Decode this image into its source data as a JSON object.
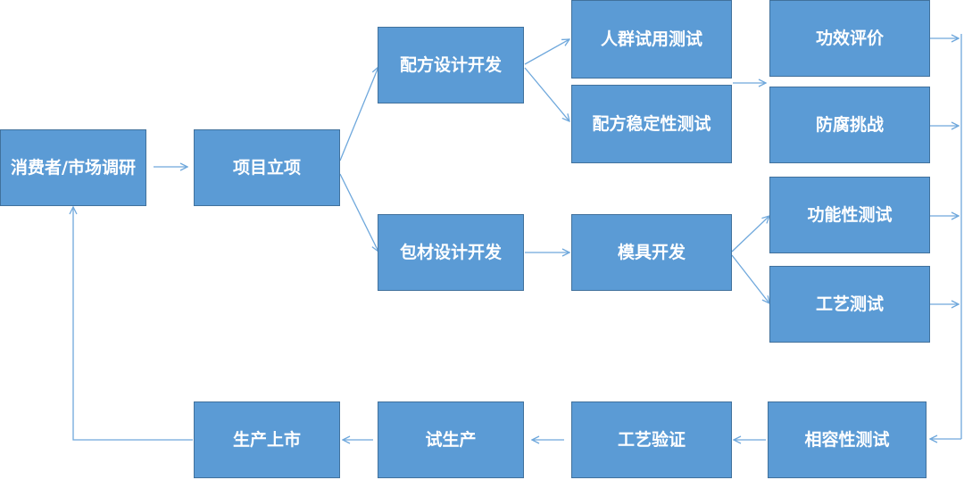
{
  "colors": {
    "box_fill": "#5b9bd5",
    "box_border": "#41719c",
    "arrow": "#6fa8dc",
    "text": "#ffffff"
  },
  "nodes": {
    "research": "消费者/市场调研",
    "project": "项目立项",
    "formula": "配方设计开发",
    "package": "包材设计开发",
    "human_test": "人群试用测试",
    "stability": "配方稳定性测试",
    "mold": "模具开发",
    "efficacy": "功效评价",
    "preservative": "防腐挑战",
    "function_test": "功能性测试",
    "process_test": "工艺测试",
    "compat": "相容性测试",
    "process_verify": "工艺验证",
    "trial_prod": "试生产",
    "launch": "生产上市"
  }
}
